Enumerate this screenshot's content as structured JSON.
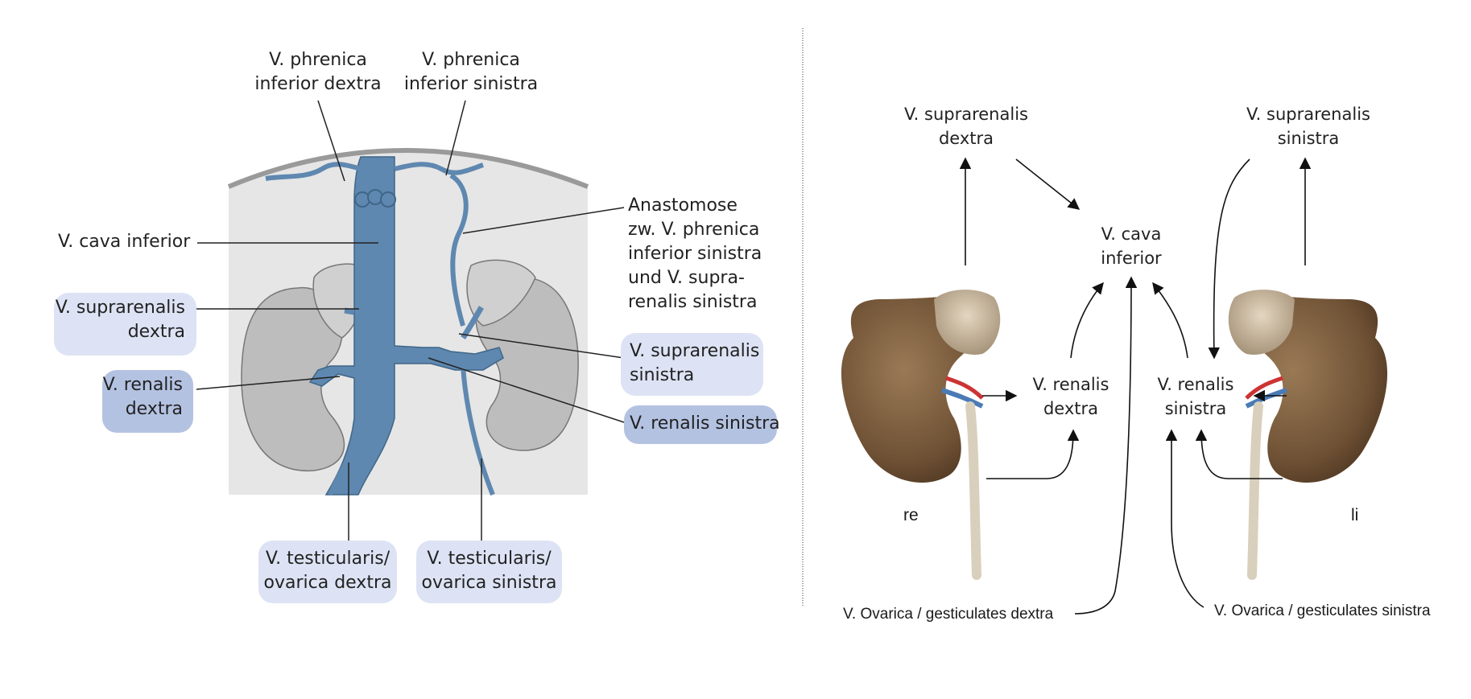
{
  "left_panel": {
    "labels": {
      "phrenica_dextra": [
        "V. phrenica",
        "inferior dextra"
      ],
      "phrenica_sinistra": [
        "V. phrenica",
        "inferior sinistra"
      ],
      "cava_inferior": "V. cava inferior",
      "suprarenalis_dextra": [
        "V. suprarenalis",
        "dextra"
      ],
      "renalis_dextra": [
        "V. renalis",
        "dextra"
      ],
      "anastomose": [
        "Anastomose",
        "zw. V. phrenica",
        "inferior sinistra",
        "und V. supra-",
        "renalis sinistra"
      ],
      "suprarenalis_sinistra": [
        "V. suprarenalis",
        "sinistra"
      ],
      "renalis_sinistra": "V. renalis sinistra",
      "testicularis_dextra": [
        "V. testicularis/",
        "ovarica dextra"
      ],
      "testicularis_sinistra": [
        "V. testicularis/",
        "ovarica sinistra"
      ]
    },
    "colors": {
      "vein": "#5f88b0",
      "kidney": "#bcbcbc",
      "background": "#e6e6e6",
      "box_light": "#dde3f4",
      "box_dark": "#b4c2e2"
    }
  },
  "right_panel": {
    "labels": {
      "suprarenalis_dextra": [
        "V. suprarenalis",
        "dextra"
      ],
      "suprarenalis_sinistra": [
        "V. suprarenalis",
        "sinistra"
      ],
      "cava_inferior": [
        "V. cava",
        "inferior"
      ],
      "renalis_dextra": [
        "V. renalis",
        "dextra"
      ],
      "renalis_sinistra": [
        "V. renalis",
        "sinistra"
      ],
      "side_right": "re",
      "side_left": "li",
      "ovarica_dextra": "V. Ovarica / gesticulates dextra",
      "ovarica_sinistra": "V. Ovarica / gesticulates sinistra"
    },
    "colors": {
      "kidney": "#7a5a3a",
      "adrenal": "#c9b79c",
      "ureter": "#d8d0bc"
    }
  }
}
